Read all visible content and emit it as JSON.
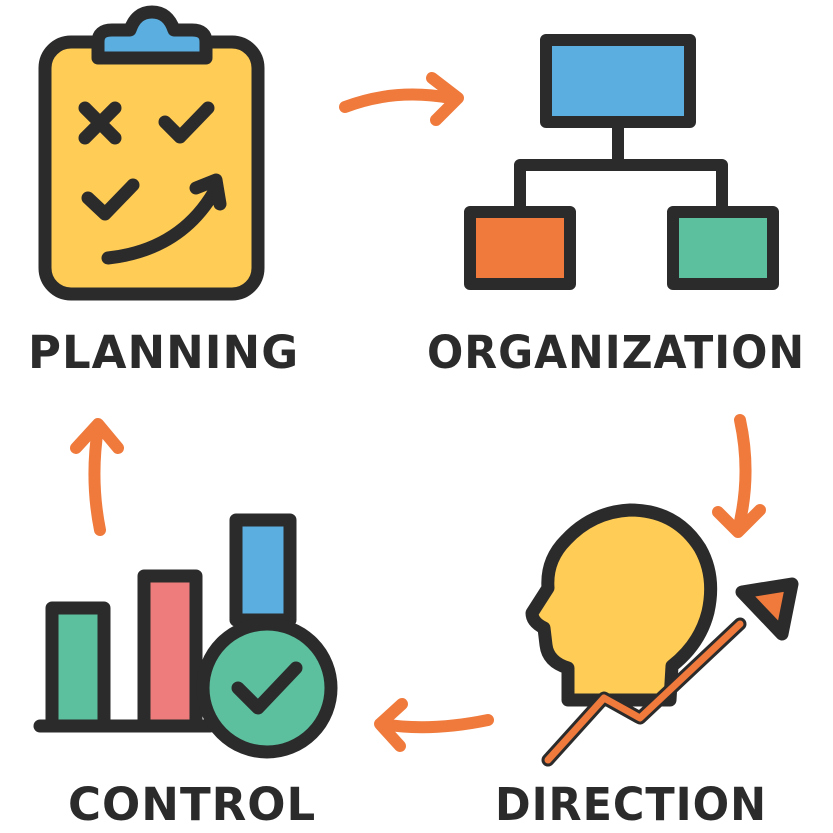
{
  "stages": [
    {
      "id": "planning",
      "label": "PLANNING",
      "icon": "clipboard-checklist-icon"
    },
    {
      "id": "organization",
      "label": "ORGANIZATION",
      "icon": "org-chart-icon"
    },
    {
      "id": "direction",
      "label": "DIRECTION",
      "icon": "head-with-rising-arrow-icon"
    },
    {
      "id": "control",
      "label": "CONTROL",
      "icon": "bar-chart-check-icon"
    }
  ],
  "colors": {
    "outline": "#2b2b2b",
    "yellow": "#ffcc55",
    "blue": "#5aaee0",
    "orange": "#ef7a3c",
    "teal": "#5cbf9e",
    "pink": "#ef7c7c",
    "arrow": "#ef7a3c"
  }
}
